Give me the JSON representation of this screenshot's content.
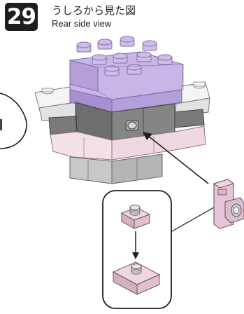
{
  "step": {
    "number": "29",
    "title_ja": "うしろから見た図",
    "title_en": "Rear side view"
  },
  "colors": {
    "badge": "#1e1e1e",
    "lavender": "#b9a6dc",
    "lavender_dark": "#8f7ab8",
    "grey": "#9a9a9a",
    "grey_dark": "#555555",
    "pink": "#e8c8d8",
    "pink_dark": "#b08aa0",
    "white_brick": "#f4f4f4"
  }
}
